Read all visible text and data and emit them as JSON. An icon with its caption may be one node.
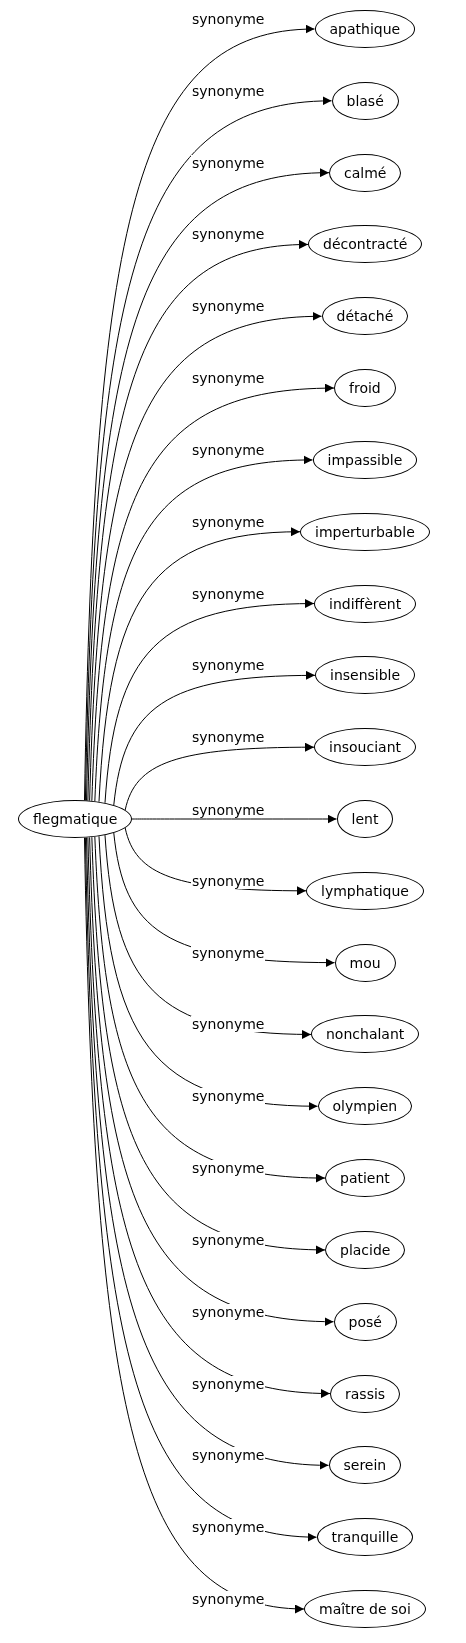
{
  "diagram": {
    "nodes": [
      {
        "text": [
          "flegmatique"
        ]
      },
      {
        "text": [
          "apathique"
        ]
      },
      {
        "text": [
          "blasé"
        ]
      },
      {
        "text": [
          "calmé"
        ]
      },
      {
        "text": [
          "décontracté"
        ]
      },
      {
        "text": [
          "détaché"
        ]
      },
      {
        "text": [
          "froid"
        ]
      },
      {
        "text": [
          "impassible"
        ]
      },
      {
        "text": [
          "imperturbable"
        ]
      },
      {
        "text": [
          "indiffèrent"
        ]
      },
      {
        "text": [
          "insensible"
        ]
      },
      {
        "text": [
          "insouciant"
        ]
      },
      {
        "text": [
          "lent"
        ]
      },
      {
        "text": [
          "lymphatique"
        ]
      },
      {
        "text": [
          "mou"
        ]
      },
      {
        "text": [
          "nonchalant"
        ]
      },
      {
        "text": [
          "olympien"
        ]
      },
      {
        "text": [
          "patient"
        ]
      },
      {
        "text": [
          "placide"
        ]
      },
      {
        "text": [
          "posé"
        ]
      },
      {
        "text": [
          "rassis"
        ]
      },
      {
        "text": [
          "serein"
        ]
      },
      {
        "text": [
          "tranquille"
        ]
      },
      {
        "text": [
          "maître de soi"
        ]
      }
    ],
    "edges": [
      {
        "from": 0,
        "to": 1,
        "arrow": "to",
        "label": "synonyme"
      },
      {
        "from": 0,
        "to": 2,
        "arrow": "to",
        "label": "synonyme"
      },
      {
        "from": 0,
        "to": 3,
        "arrow": "to",
        "label": "synonyme"
      },
      {
        "from": 0,
        "to": 4,
        "arrow": "to",
        "label": "synonyme"
      },
      {
        "from": 0,
        "to": 5,
        "arrow": "to",
        "label": "synonyme"
      },
      {
        "from": 0,
        "to": 6,
        "arrow": "to",
        "label": "synonyme"
      },
      {
        "from": 0,
        "to": 7,
        "arrow": "to",
        "label": "synonyme"
      },
      {
        "from": 0,
        "to": 8,
        "arrow": "to",
        "label": "synonyme"
      },
      {
        "from": 0,
        "to": 9,
        "arrow": "to",
        "label": "synonyme"
      },
      {
        "from": 0,
        "to": 10,
        "arrow": "to",
        "label": "synonyme"
      },
      {
        "from": 0,
        "to": 11,
        "arrow": "to",
        "label": "synonyme"
      },
      {
        "from": 0,
        "to": 12,
        "arrow": "to",
        "label": "synonyme"
      },
      {
        "from": 0,
        "to": 13,
        "arrow": "to",
        "label": "synonyme"
      },
      {
        "from": 0,
        "to": 14,
        "arrow": "to",
        "label": "synonyme"
      },
      {
        "from": 0,
        "to": 15,
        "arrow": "to",
        "label": "synonyme"
      },
      {
        "from": 0,
        "to": 16,
        "arrow": "to",
        "label": "synonyme"
      },
      {
        "from": 0,
        "to": 17,
        "arrow": "to",
        "label": "synonyme"
      },
      {
        "from": 0,
        "to": 18,
        "arrow": "to",
        "label": "synonyme"
      },
      {
        "from": 0,
        "to": 19,
        "arrow": "to",
        "label": "synonyme"
      },
      {
        "from": 0,
        "to": 20,
        "arrow": "to",
        "label": "synonyme"
      },
      {
        "from": 0,
        "to": 21,
        "arrow": "to",
        "label": "synonyme"
      },
      {
        "from": 0,
        "to": 22,
        "arrow": "to",
        "label": "synonyme"
      },
      {
        "from": 0,
        "to": 23,
        "arrow": "to",
        "label": "synonyme"
      }
    ]
  }
}
